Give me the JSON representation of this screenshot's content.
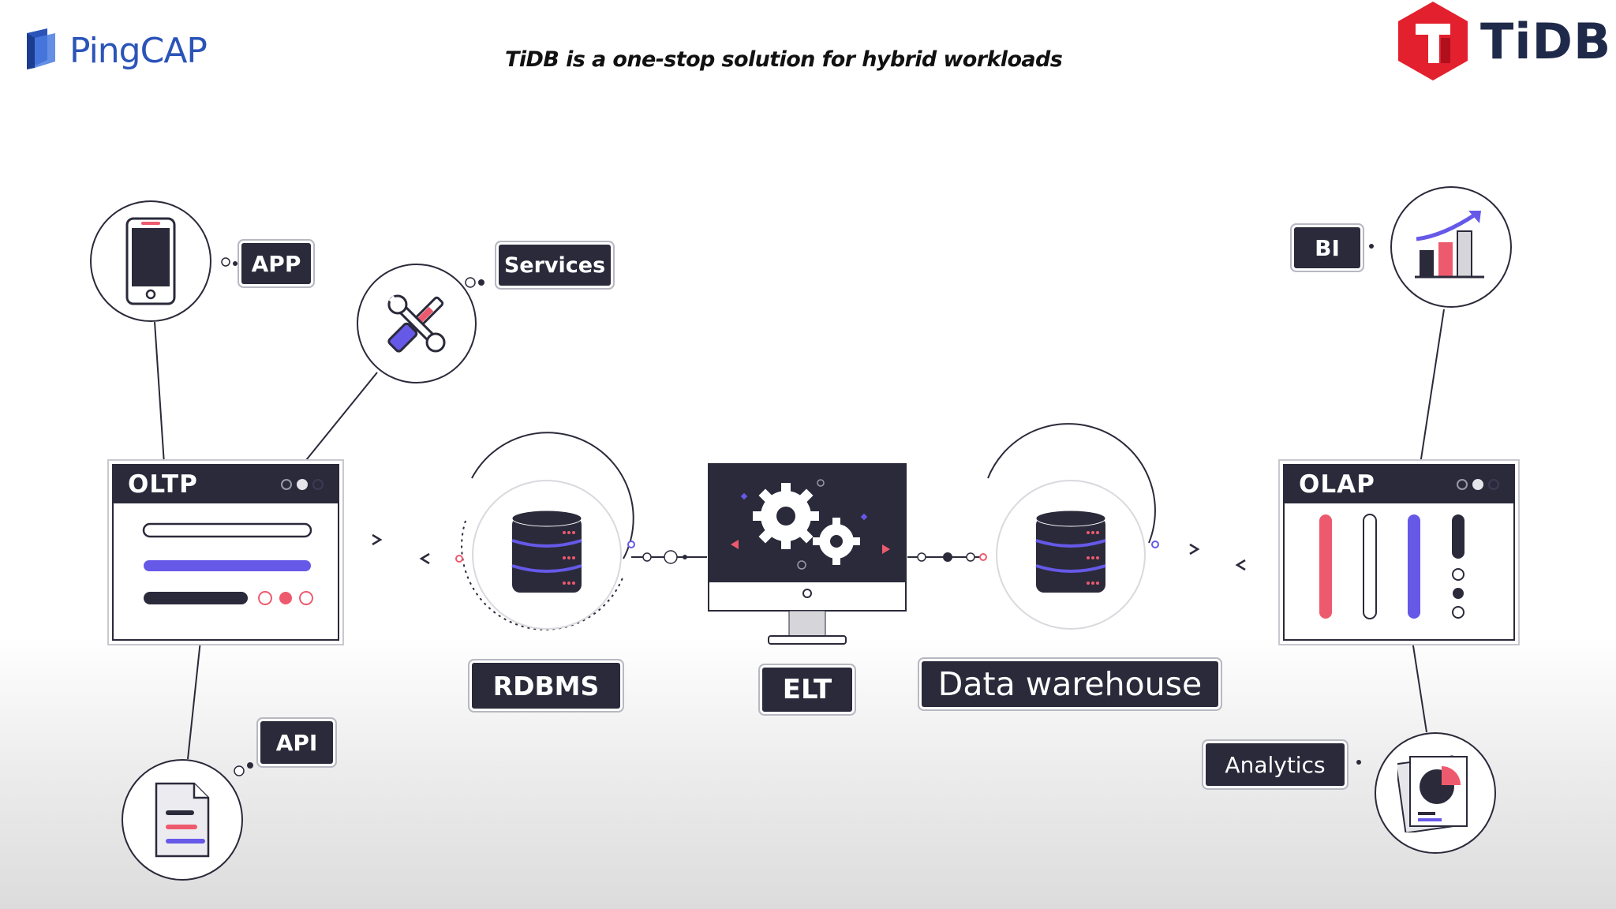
{
  "header": {
    "left_logo_text": "PingCAP",
    "title": "TiDB is a one-stop solution for hybrid workloads",
    "right_logo_text": "TiDB"
  },
  "nodes": {
    "app": "APP",
    "services": "Services",
    "api": "API",
    "bi": "BI",
    "analytics": "Analytics"
  },
  "windows": {
    "oltp": "OLTP",
    "olap": "OLAP"
  },
  "pipeline": {
    "rdbms": "RDBMS",
    "elt": "ELT",
    "data_warehouse": "Data warehouse"
  },
  "colors": {
    "dark": "#2a2a3b",
    "purple": "#6659e8",
    "pink": "#ee5a6d",
    "brand_blue": "#2b54b9",
    "brand_red": "#e3202d"
  }
}
